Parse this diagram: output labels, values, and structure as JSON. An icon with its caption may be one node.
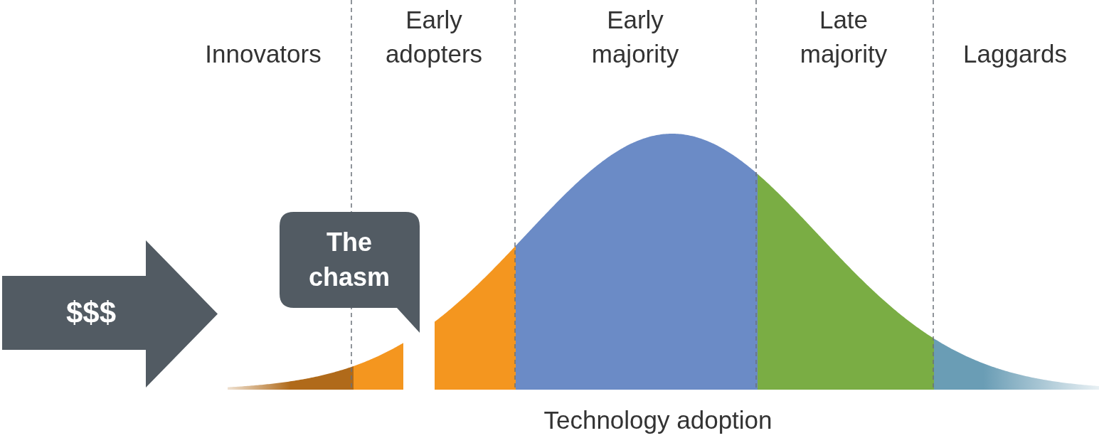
{
  "diagram": {
    "nodes": [
      {
        "text": [
          "$$$"
        ]
      },
      {
        "text": [
          "The chasm"
        ]
      }
    ],
    "labels": [
      "Innovators",
      "Early adopters",
      "Early majority",
      "Late majority",
      "Laggards",
      "Technology adoption"
    ]
  }
}
